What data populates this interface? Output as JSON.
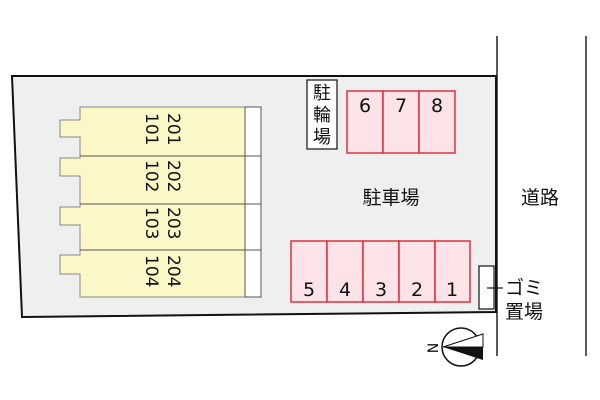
{
  "map": {
    "colors": {
      "lot": "#efefef",
      "building": "#fbf7c6",
      "parking_fill": "#fbe3e8",
      "parking_stroke": "#e0303f",
      "road_line": "#222222"
    },
    "building": {
      "units": [
        {
          "upper": "201",
          "lower": "101"
        },
        {
          "upper": "202",
          "lower": "102"
        },
        {
          "upper": "203",
          "lower": "103"
        },
        {
          "upper": "204",
          "lower": "104"
        }
      ]
    },
    "bicycle_parking": {
      "label_lines": [
        "駐",
        "輪",
        "場"
      ]
    },
    "parking_lot": {
      "label": "駐車場",
      "top_row": [
        "6",
        "7",
        "8"
      ],
      "bottom_row": [
        "5",
        "4",
        "3",
        "2",
        "1"
      ]
    },
    "road": {
      "label": "道路"
    },
    "garbage_area": {
      "label_lines": [
        "ゴミ",
        "置場"
      ]
    },
    "compass": {
      "north_label": "N",
      "icon": "compass-north-arrow-icon"
    }
  }
}
